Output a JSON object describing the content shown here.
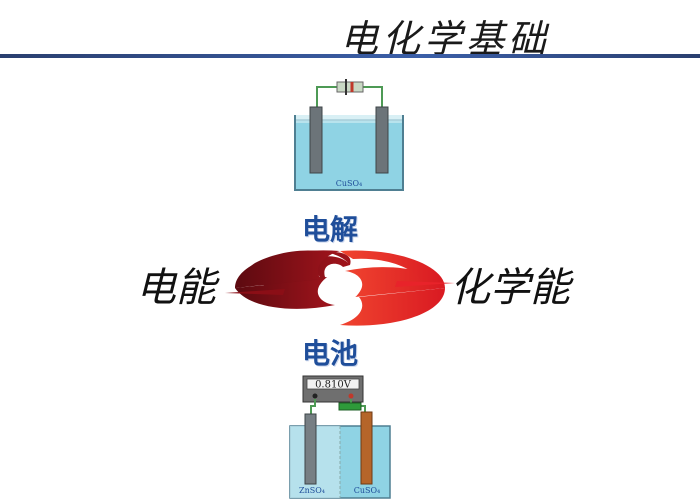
{
  "title": "电化学基础",
  "left_label": "电能",
  "right_label": "化学能",
  "top_label": "电解",
  "bottom_label": "电池",
  "electrolysis_cell": {
    "solution": "CuSO₄"
  },
  "galvanic_cell": {
    "voltmeter": "0.810V",
    "left_solution": "ZnSO₄",
    "right_solution": "CuSO₄"
  },
  "colors": {
    "title_rule": "#3b5fa8",
    "dark_red": "#8b0e16",
    "bright_red": "#e8232a",
    "blue_text": "#1f4e9a",
    "solution": "#8fd3e4"
  }
}
